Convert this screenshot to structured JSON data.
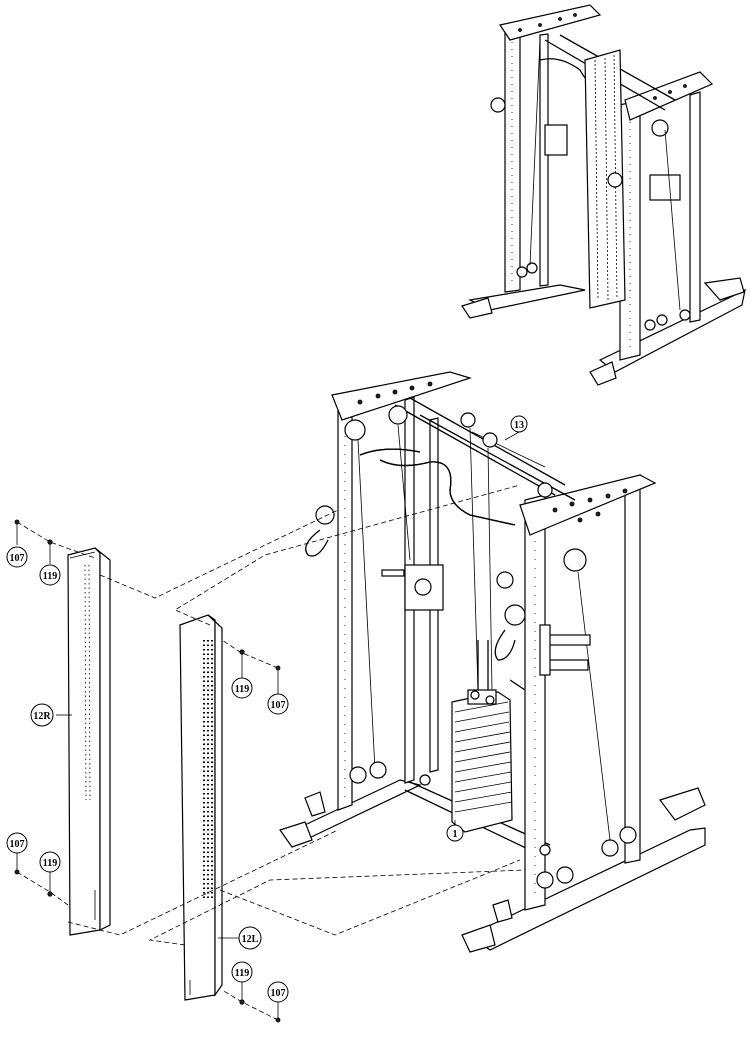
{
  "callouts": {
    "c107a": "107",
    "c119a": "119",
    "c12R": "12R",
    "c107b": "107",
    "c119b": "119",
    "c119c": "119",
    "c107c": "107",
    "c12L": "12L",
    "c119d": "119",
    "c107d": "107",
    "c13": "13",
    "c1": "1"
  }
}
